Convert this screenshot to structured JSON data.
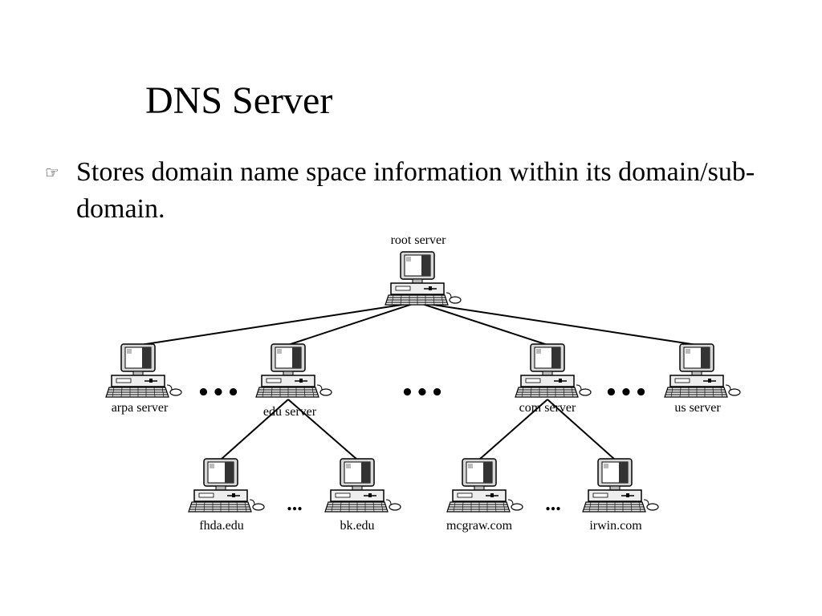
{
  "slide": {
    "title": "DNS Server",
    "bullet_icon": "pointing-hand-icon",
    "bullet_text": "Stores domain name space information within its domain/sub-domain."
  },
  "diagram": {
    "nodes": [
      {
        "id": "root",
        "label": "root server",
        "icon": "computer-icon"
      },
      {
        "id": "arpa",
        "label": "arpa server",
        "icon": "computer-icon"
      },
      {
        "id": "edu",
        "label": "edu server",
        "icon": "computer-icon"
      },
      {
        "id": "com",
        "label": "com server",
        "icon": "computer-icon"
      },
      {
        "id": "us",
        "label": "us server",
        "icon": "computer-icon"
      },
      {
        "id": "fhda",
        "label": "fhda.edu",
        "icon": "computer-icon"
      },
      {
        "id": "bk",
        "label": "bk.edu",
        "icon": "computer-icon"
      },
      {
        "id": "mcgraw",
        "label": "mcgraw.com",
        "icon": "computer-icon"
      },
      {
        "id": "irwin",
        "label": "irwin.com",
        "icon": "computer-icon"
      }
    ],
    "edges": [
      {
        "from": "root",
        "to": "arpa"
      },
      {
        "from": "root",
        "to": "edu"
      },
      {
        "from": "root",
        "to": "com"
      },
      {
        "from": "root",
        "to": "us"
      },
      {
        "from": "edu",
        "to": "fhda"
      },
      {
        "from": "edu",
        "to": "bk"
      },
      {
        "from": "com",
        "to": "mcgraw"
      },
      {
        "from": "com",
        "to": "irwin"
      }
    ],
    "ellipses": [
      "•••",
      "•••",
      "•••",
      "...",
      "..."
    ]
  }
}
